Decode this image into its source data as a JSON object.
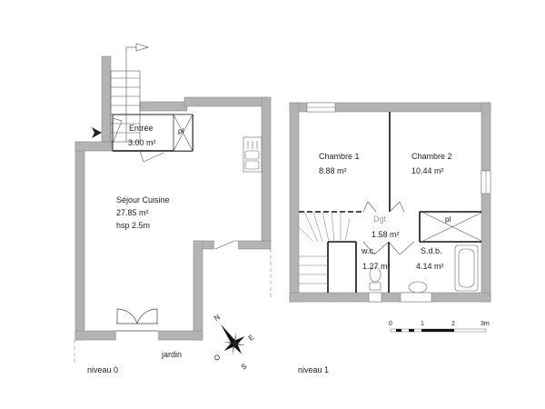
{
  "levels": [
    {
      "name": "niveau 0",
      "rooms": [
        {
          "name": "Entrée",
          "area": "3.00 m²"
        },
        {
          "name": "Séjour Cuisine",
          "area": "27.85 m²",
          "note": "hsp 2.5m"
        }
      ],
      "closet_label": "pl",
      "outdoor_label": "jardin"
    },
    {
      "name": "niveau 1",
      "rooms": [
        {
          "name": "Chambre 1",
          "area": "8.88 m²"
        },
        {
          "name": "Chambre 2",
          "area": "10.44 m²"
        },
        {
          "name": "Dgt",
          "area": "1.58 m²"
        },
        {
          "name": "w.c.",
          "area": "1.27 m²"
        },
        {
          "name": "S.d.b.",
          "area": "4.14 m²"
        }
      ],
      "closet_label": "pl"
    }
  ],
  "compass": {
    "n": "N",
    "e": "E",
    "s": "S",
    "o": "O"
  },
  "scale_bar": {
    "ticks": [
      "0",
      "1",
      "2",
      "3m"
    ]
  },
  "colors": {
    "wall": "#b0b0b0",
    "wall_edge": "#888888",
    "line": "#222222"
  }
}
